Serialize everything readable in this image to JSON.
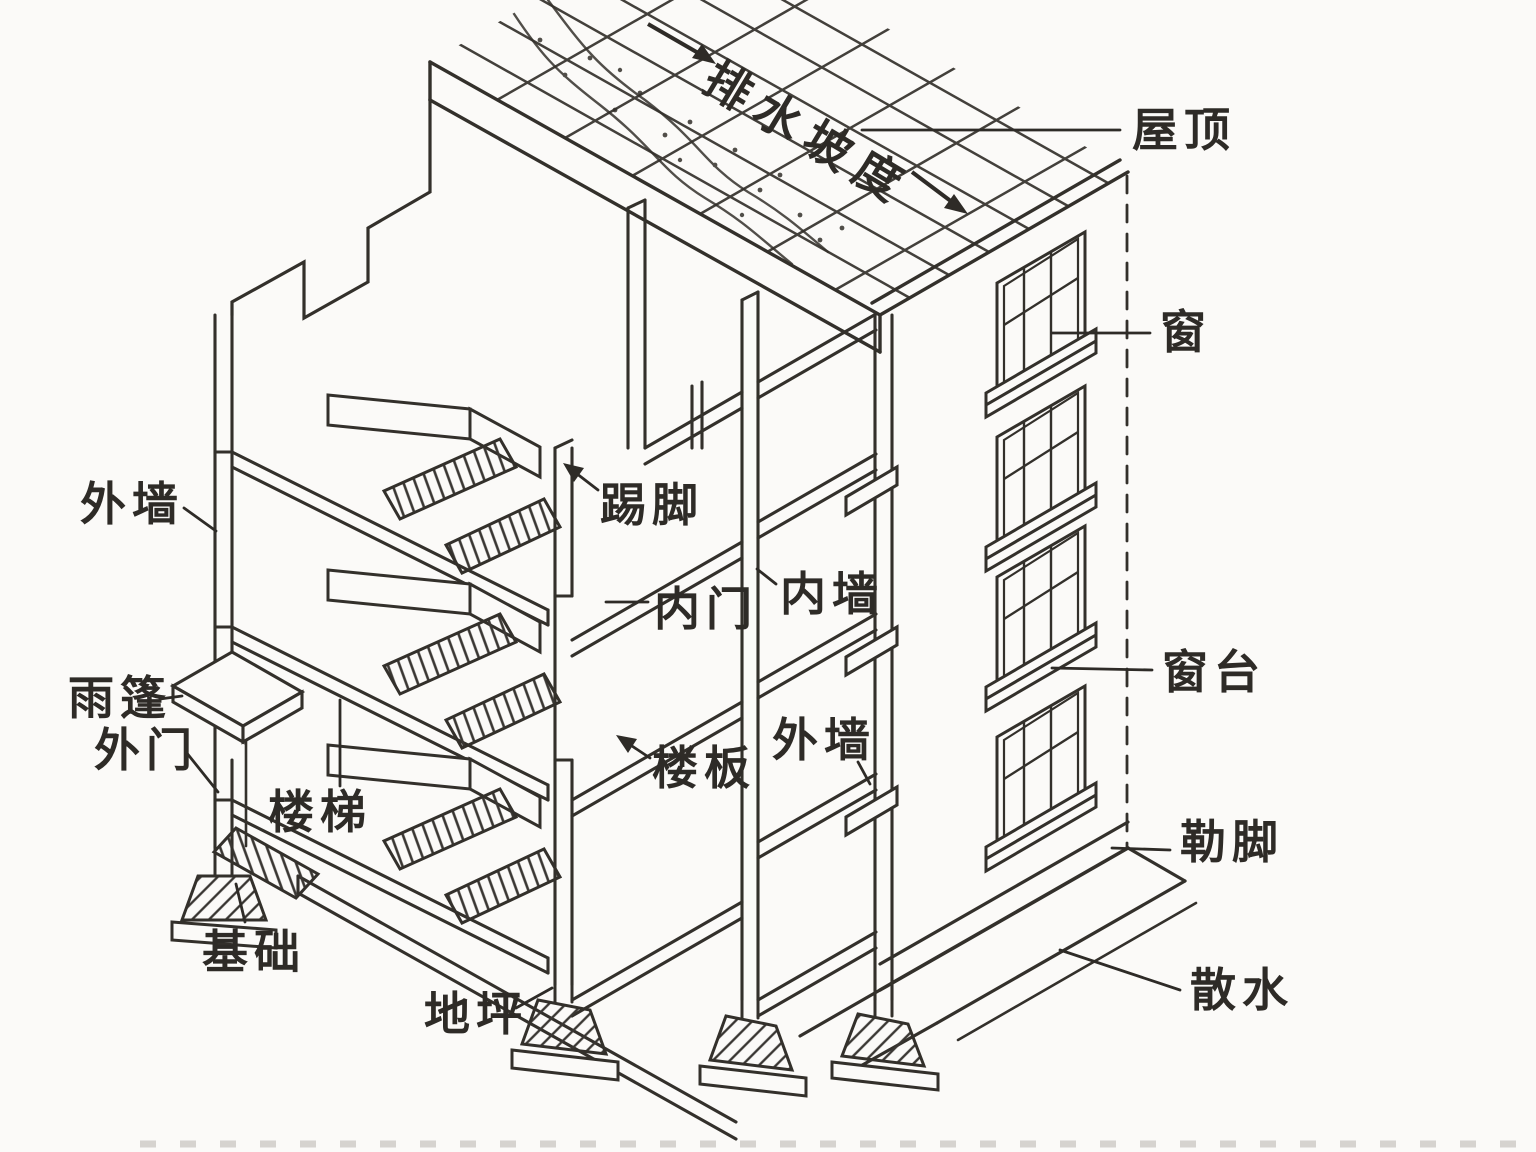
{
  "figure": {
    "kind": "axonometric cutaway diagram of a multi-storey building",
    "paper_color": "#fbfaf8",
    "ink_color": "#33302b",
    "labels": {
      "roof_slope": "排水坡度",
      "roof": "屋顶",
      "window": "窗",
      "window_sill": "窗台",
      "plinth": "勒脚",
      "apron": "散水",
      "exterior_wall_left": "外墙",
      "canopy": "雨篷",
      "exterior_door": "外门",
      "stairs": "楼梯",
      "foundation": "基础",
      "ground_floor": "地坪",
      "skirting": "踢脚",
      "interior_door": "内门",
      "interior_wall": "内墙",
      "floor_slab": "楼板",
      "exterior_wall_mid": "外墙"
    }
  }
}
